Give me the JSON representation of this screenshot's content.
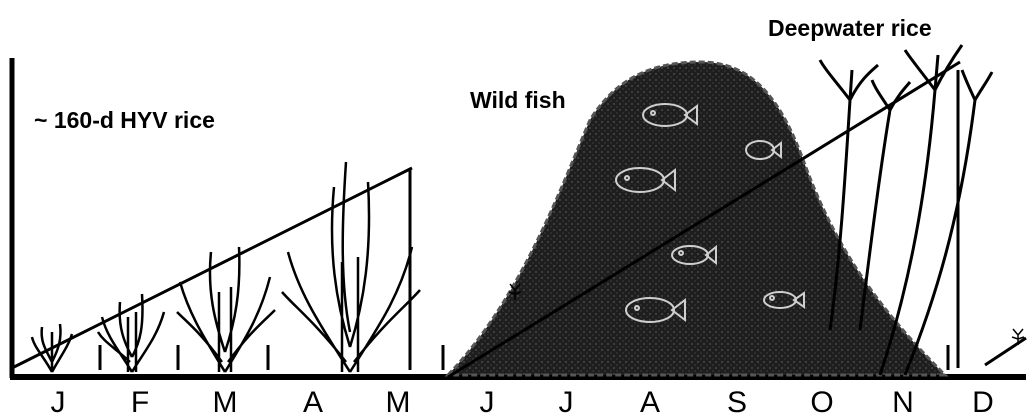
{
  "labels": {
    "hyv_rice": "~ 160-d HYV rice",
    "wild_fish": "Wild fish",
    "deepwater_rice": "Deepwater rice"
  },
  "months": [
    "J",
    "F",
    "M",
    "A",
    "M",
    "J",
    "J",
    "A",
    "S",
    "O",
    "N",
    "D"
  ],
  "colors": {
    "ink": "#000000",
    "fish_fill": "#2b2b2b",
    "background": "#ffffff"
  },
  "icons": [
    "rice-plant-icon",
    "fish-icon",
    "deepwater-rice-plant-icon",
    "seedling-icon"
  ]
}
